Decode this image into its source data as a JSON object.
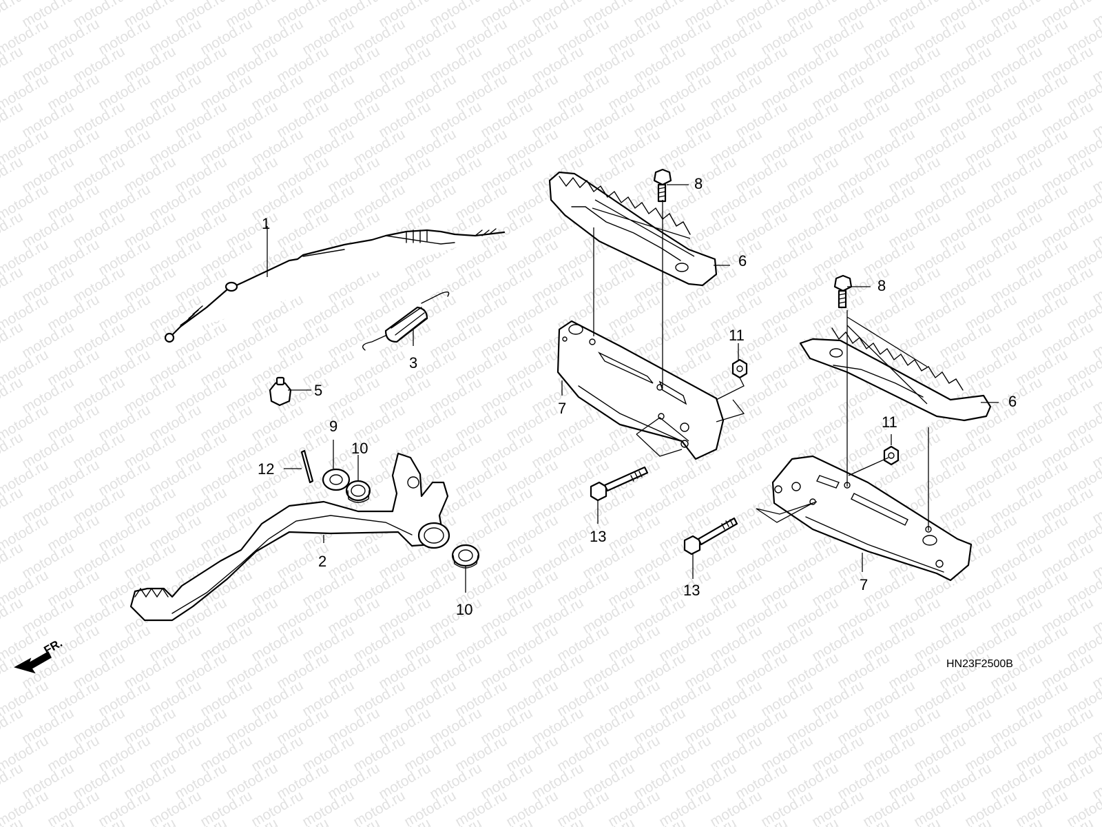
{
  "watermark": "motod.ru",
  "diagram_code": "HN23F2500B",
  "front_indicator": "FR.",
  "callouts": {
    "c1": "1",
    "c2": "2",
    "c3": "3",
    "c5": "5",
    "c6a": "6",
    "c6b": "6",
    "c7a": "7",
    "c7b": "7",
    "c8a": "8",
    "c8b": "8",
    "c9": "9",
    "c10a": "10",
    "c10b": "10",
    "c11a": "11",
    "c11b": "11",
    "c12": "12",
    "c13a": "13",
    "c13b": "13"
  }
}
